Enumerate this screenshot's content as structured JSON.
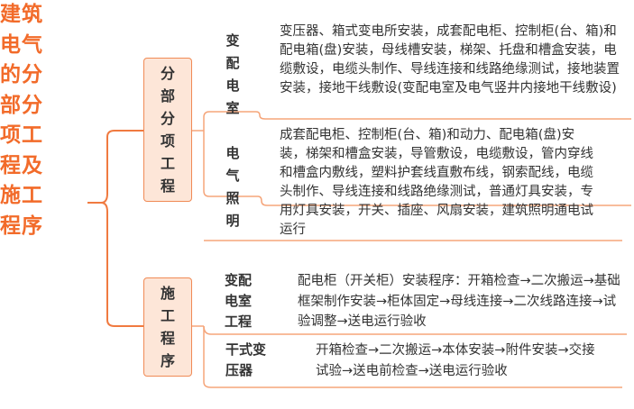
{
  "title": "建筑电气的分部分项工程及施工程序",
  "branches": [
    {
      "label": "分部分项工程",
      "items": [
        {
          "label": "变配电室",
          "text": "变压器、箱式变电所安装，成套配电柜、控制柜(台、箱)和配电箱(盘)安装，母线槽安装，梯架、托盘和槽盒安装，电缆敷设，电缆头制作、导线连接和线路绝缘测试，接地装置安装，接地干线敷设(变配电室及电气竖井内接地干线敷设)"
        },
        {
          "label": "电气照明",
          "text": "成套配电柜、控制柜(台、箱)和动力、配电箱(盘)安装，梯架和槽盒安装，导管敷设，电缆敷设，管内穿线和槽盒内敷线，塑料护套线直敷布线，钢索配线，电缆头制作、导线连接和线路绝缘测试，普通灯具安装，专用灯具安装，开关、插座、风扇安装，建筑照明通电试运行"
        }
      ]
    },
    {
      "label": "施工程序",
      "items": [
        {
          "label": "变配电室工程",
          "text": "配电柜（开关柜）安装程序：开箱检查→二次搬运→基础框架制作安装→柜体固定→母线连接→二次线路连接→试验调整→送电运行验收"
        },
        {
          "label": "干式变压器",
          "text": "开箱检查→二次搬运→本体安装→附件安装→交接试验→送电前检查→送电运行验收"
        }
      ]
    }
  ],
  "colors": {
    "accent": "#f26b2a",
    "box_fill": "#fde6d8",
    "line": "#f08a55"
  }
}
